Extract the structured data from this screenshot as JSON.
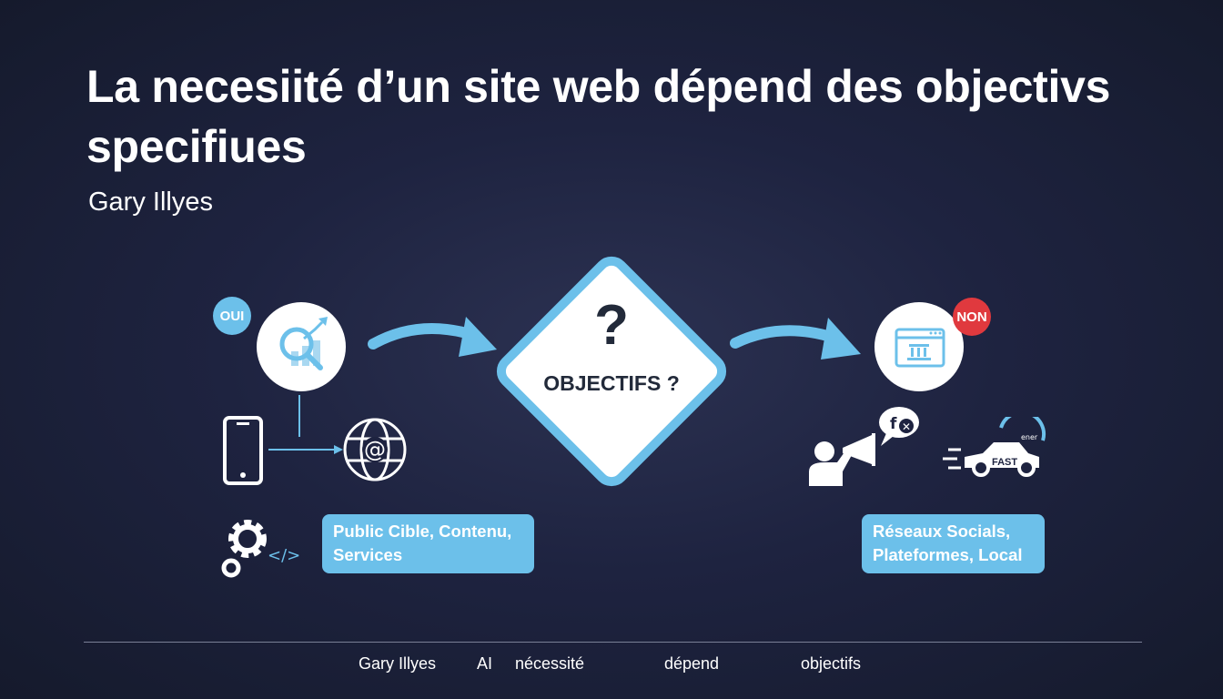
{
  "title": "La necesiité d’un site web dépend des objectivs specifiues",
  "subtitle": "Gary Illyes",
  "left": {
    "badge": "OUI",
    "box": "Public Cible, Contenu, Services"
  },
  "center": {
    "question": "?",
    "label": "OBJECTIFS ?"
  },
  "right": {
    "badge": "NON",
    "box": "Réseaux Socials, Plateformes, Local",
    "car_label": "FAST",
    "gauge_label": "ener"
  },
  "footer": [
    "Gary Illyes",
    "AI",
    "nécessité",
    "dépend",
    "objectifs"
  ],
  "colors": {
    "accent": "#6cc0ea",
    "non": "#e0393e",
    "bg": "#1e2340"
  }
}
